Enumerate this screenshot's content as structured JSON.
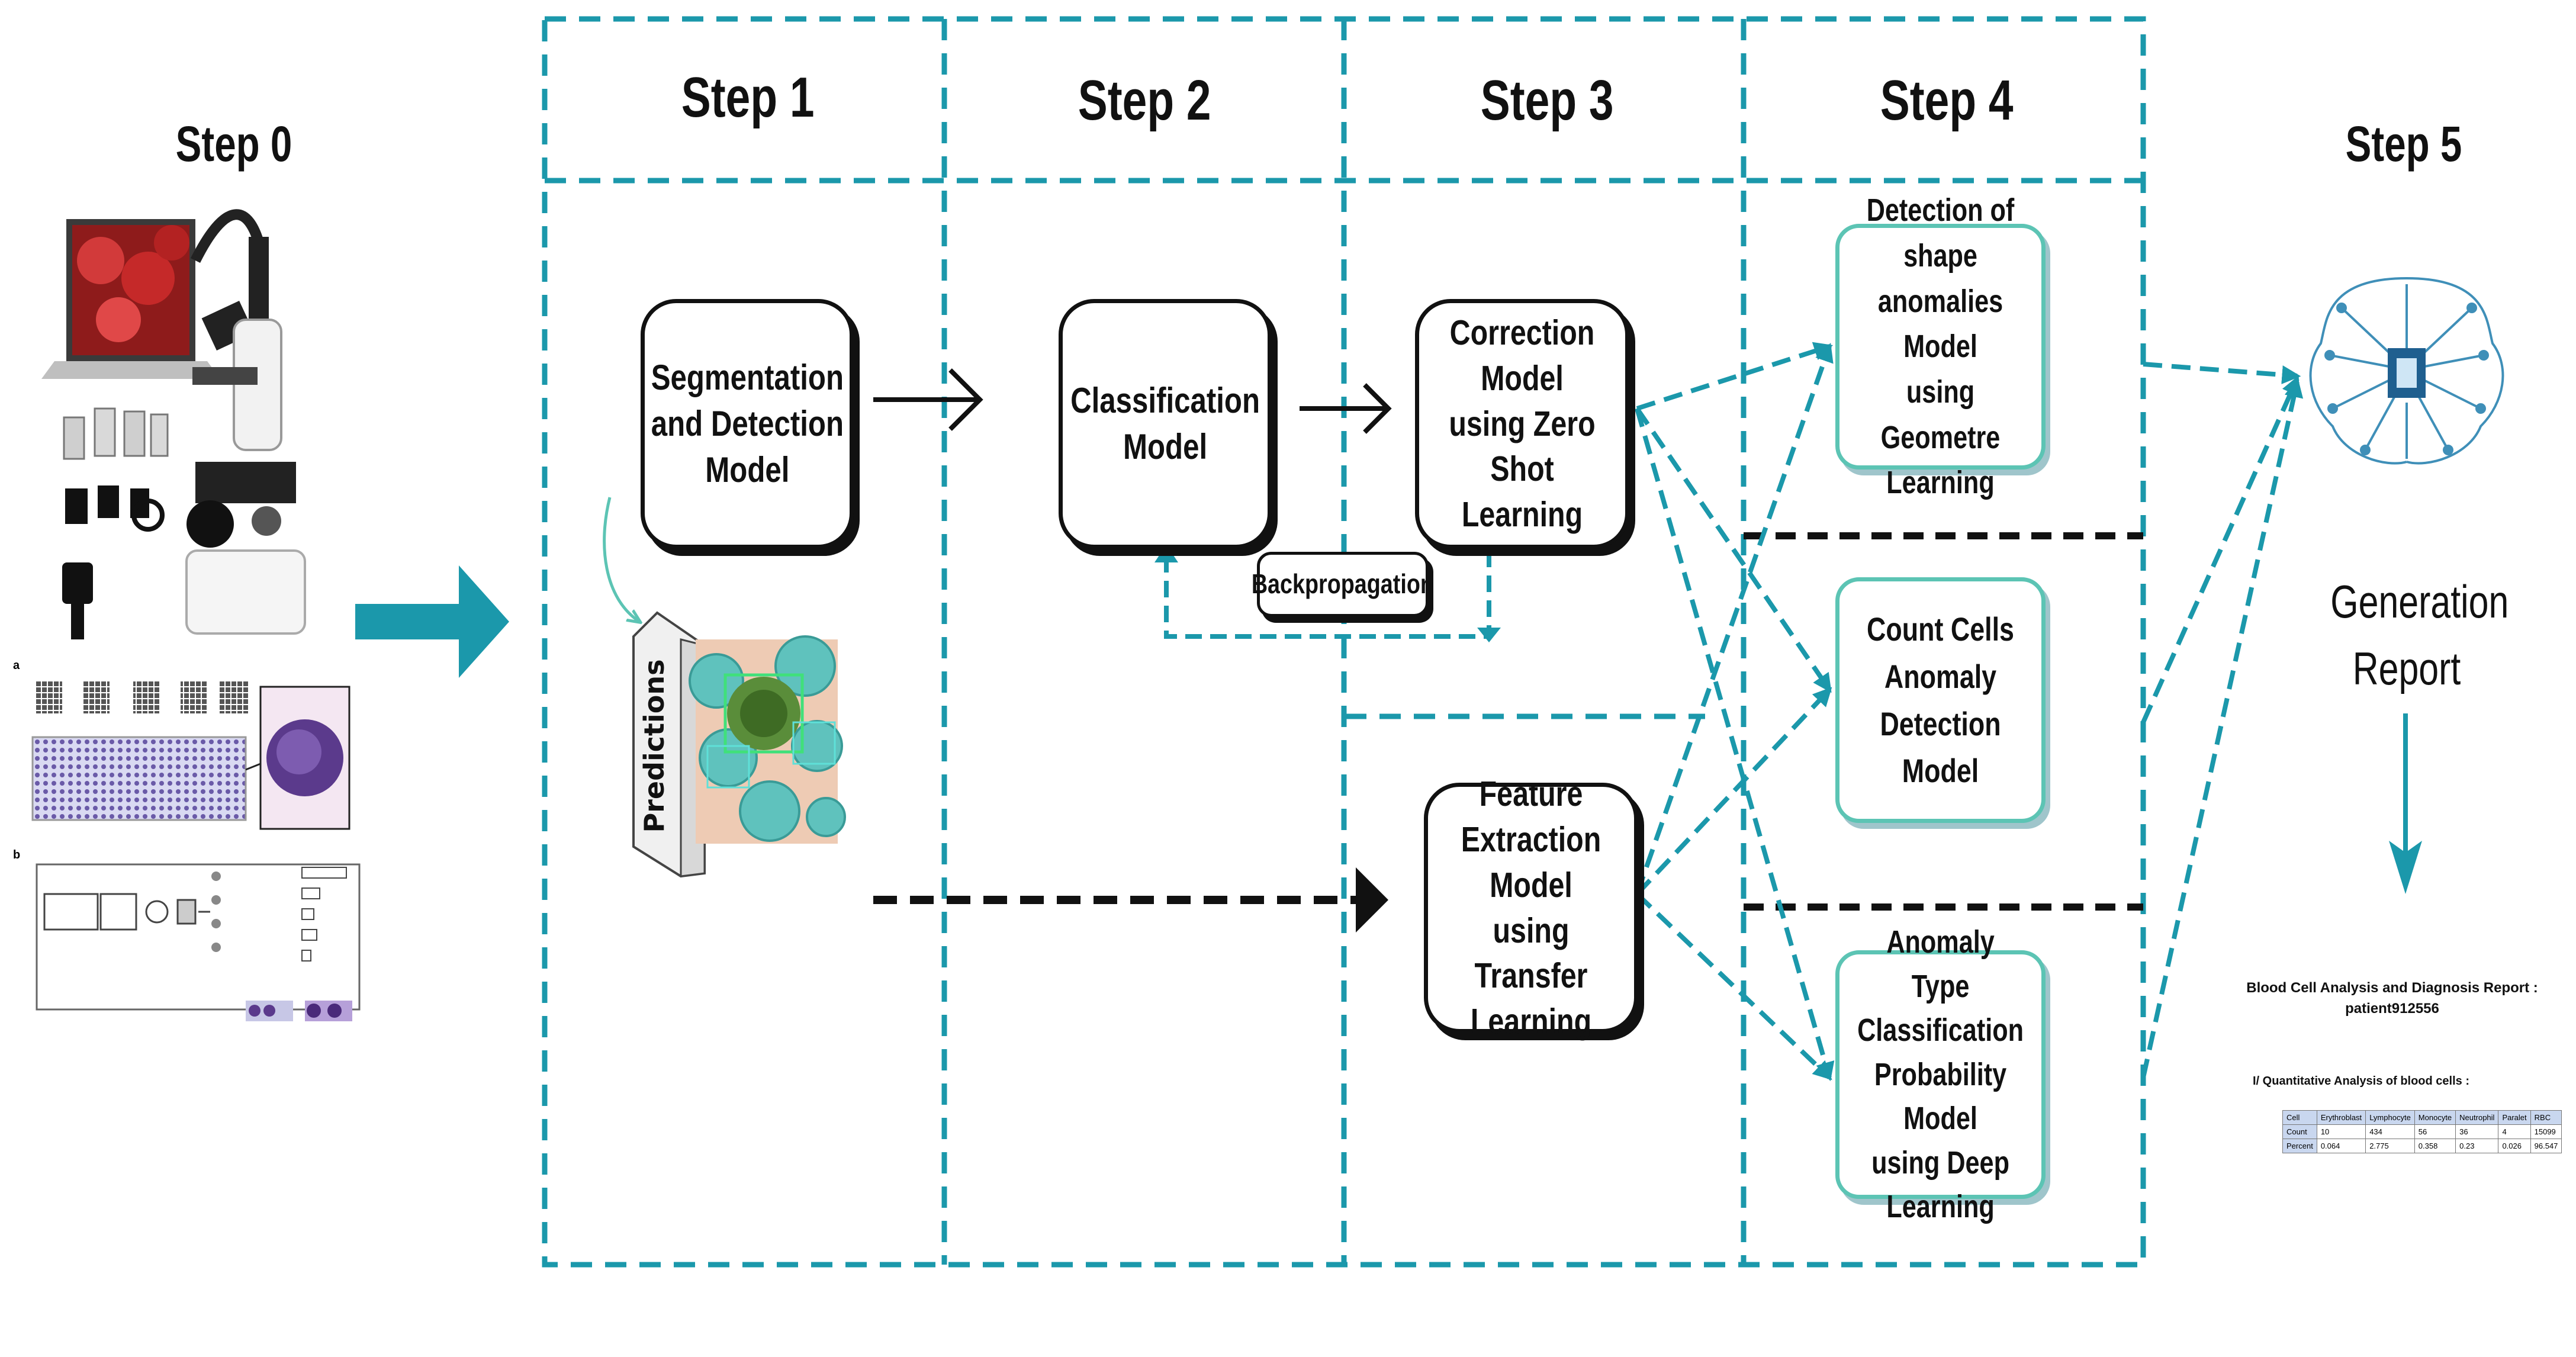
{
  "steps": {
    "step0": "Step 0",
    "step1": "Step 1",
    "step2": "Step 2",
    "step3": "Step 3",
    "step4": "Step 4",
    "step5": "Step 5"
  },
  "boxes": {
    "segmentation": "Segmentation\nand Detection\nModel",
    "classification": "Classification\nModel",
    "correction": "Correction Model\nusing Zero Shot\nLearning",
    "feature": "Feature\nExtraction Model\nusing Transfer\nLearning",
    "shape": "Detection of shape\nanomalies Model\nusing Geometre\nLearning",
    "count": "Count Cells\nAnomaly\nDetection Model",
    "anomaly_type": "Anomaly Type\nClassification\nProbability Model\nusing Deep\nLearning"
  },
  "backprop_label": "Backpropagation",
  "predictions_label": "Predictions",
  "generation_report": "Generation\nReport",
  "report": {
    "title": "Blood Cell Analysis and Diagnosis Report :",
    "patient": "patient912556",
    "section": "I/ Quantitative Analysis of blood cells :",
    "columns": [
      "Cell",
      "Erythroblast",
      "Lymphocyte",
      "Monocyte",
      "Neutrophil",
      "Paralet",
      "RBC"
    ],
    "rows": [
      [
        "Count",
        "10",
        "434",
        "56",
        "36",
        "4",
        "15099"
      ],
      [
        "Percent",
        "0.064",
        "2.775",
        "0.358",
        "0.23",
        "0.026",
        "96.547"
      ]
    ]
  },
  "colors": {
    "teal": "#1b98ab",
    "mint": "#5cc4b4",
    "black": "#111111"
  }
}
